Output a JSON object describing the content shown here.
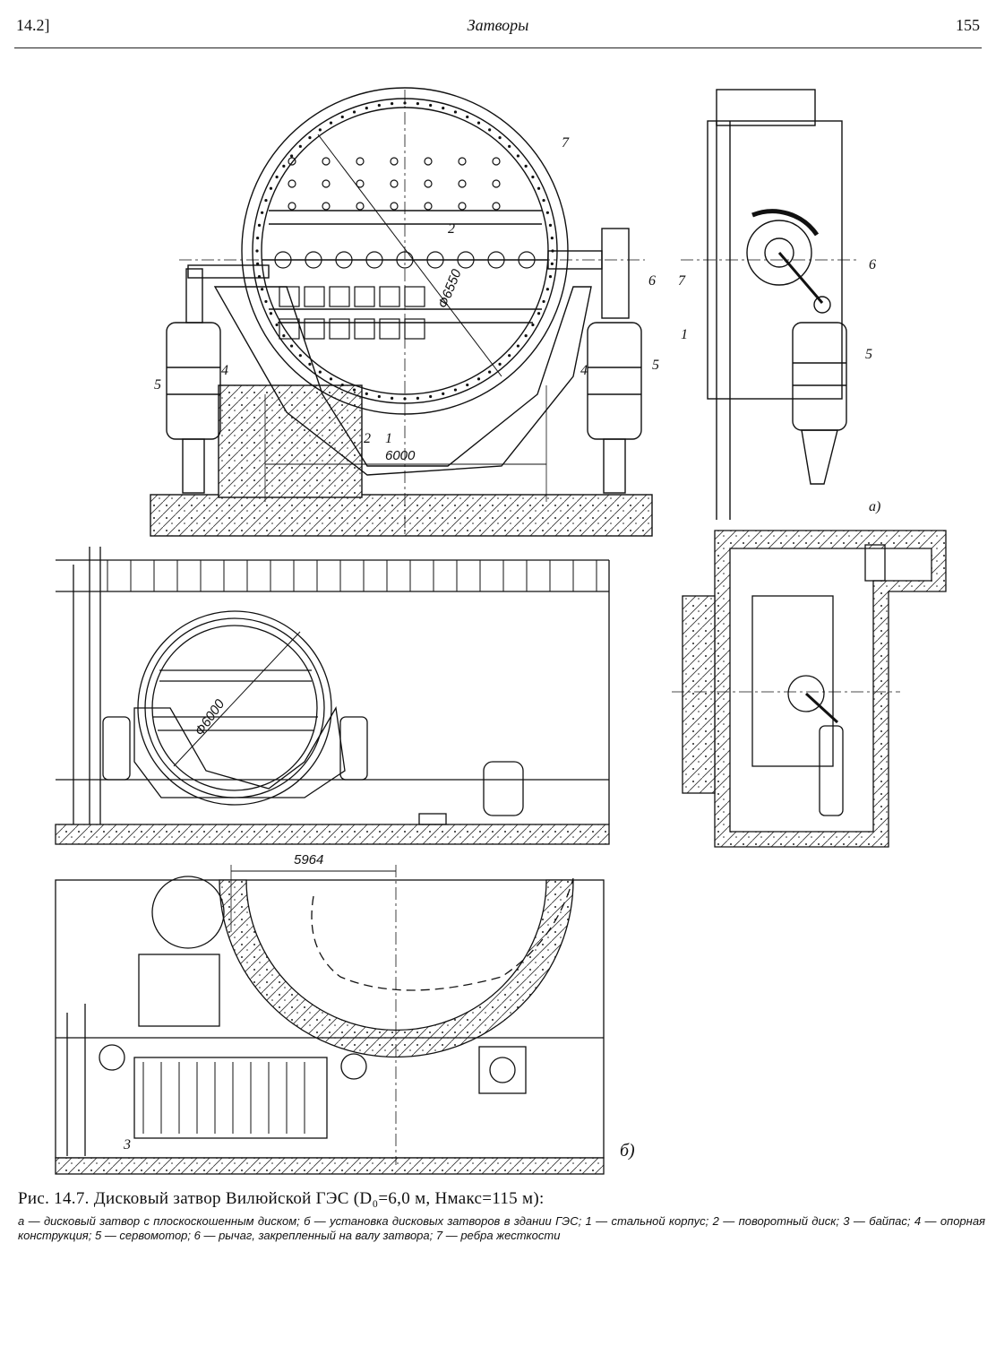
{
  "header": {
    "section": "14.2]",
    "title": "Затворы",
    "page_number": "155"
  },
  "figure": {
    "panel_a_labels": {
      "n1": "1",
      "n2": "2",
      "n4": "4",
      "n5": "5",
      "n6": "6",
      "n7": "7",
      "d6550": "Ф6550",
      "d6000": "6000",
      "panel_tag": "а)"
    },
    "panel_b_labels": {
      "d6000": "Ф6000",
      "d5964": "5964",
      "n3": "3",
      "panel_tag": "б)"
    }
  },
  "caption": {
    "title": "Рис. 14.7. Дисковый затвор Вилюйской ГЭС (D₀=6,0 м, Hмакс=115 м):",
    "body": "а — дисковый затвор с плоскоскошенным диском; б — установка дисковых затворов в здании ГЭС; 1 — стальной корпус; 2 — поворотный диск; 3 — байпас; 4 — опорная конструкция; 5 — сервомотор; 6 — рычаг, закрепленный на валу затвора; 7 — ребра жесткости"
  }
}
